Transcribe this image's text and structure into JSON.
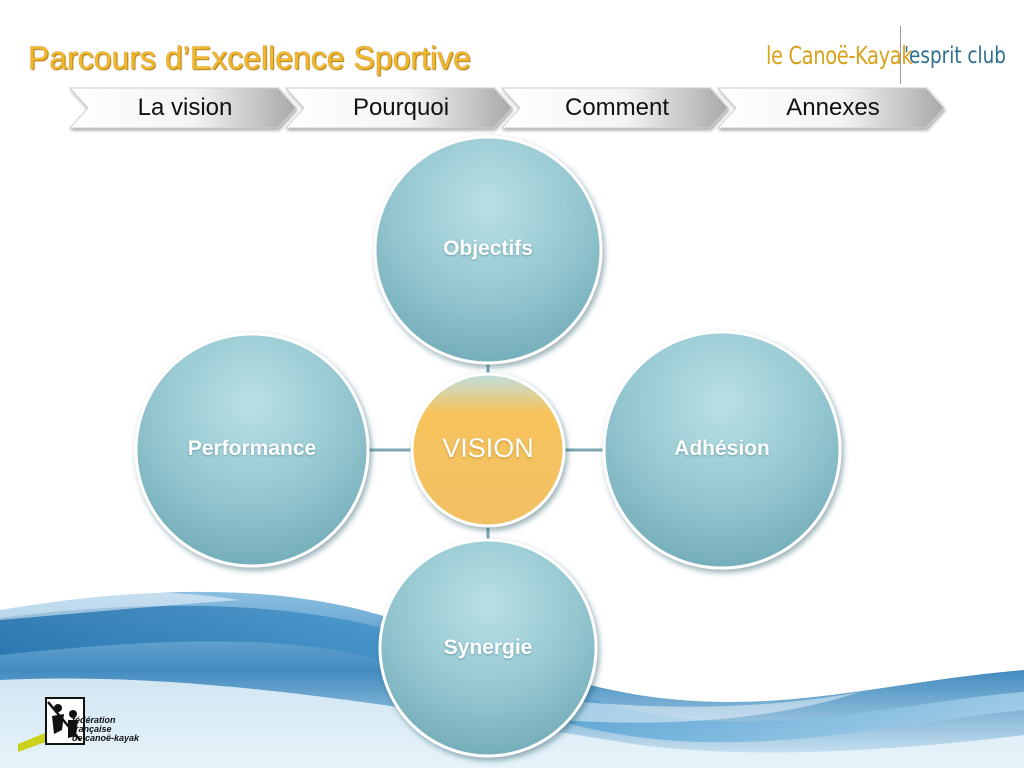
{
  "header": {
    "title": "Parcours d’Excellence Sportive",
    "brand_left": "le Canoë-Kayak",
    "brand_right": "'esprit club"
  },
  "nav": {
    "steps": [
      {
        "label": "La vision"
      },
      {
        "label": "Pourquoi"
      },
      {
        "label": "Comment"
      },
      {
        "label": "Annexes"
      }
    ]
  },
  "diagram": {
    "center": "VISION",
    "nodes": {
      "top": "Objectifs",
      "right": "Adhésion",
      "bottom": "Synergie",
      "left": "Performance"
    }
  },
  "footer": {
    "logo_line1": "fédération",
    "logo_line2": "française",
    "logo_line3": "de canoë-kayak"
  },
  "colors": {
    "title": "#f2b82a",
    "node_fill": "#8fc3cd",
    "center_fill": "#f5bf5a",
    "water": "#2a7fb8"
  }
}
